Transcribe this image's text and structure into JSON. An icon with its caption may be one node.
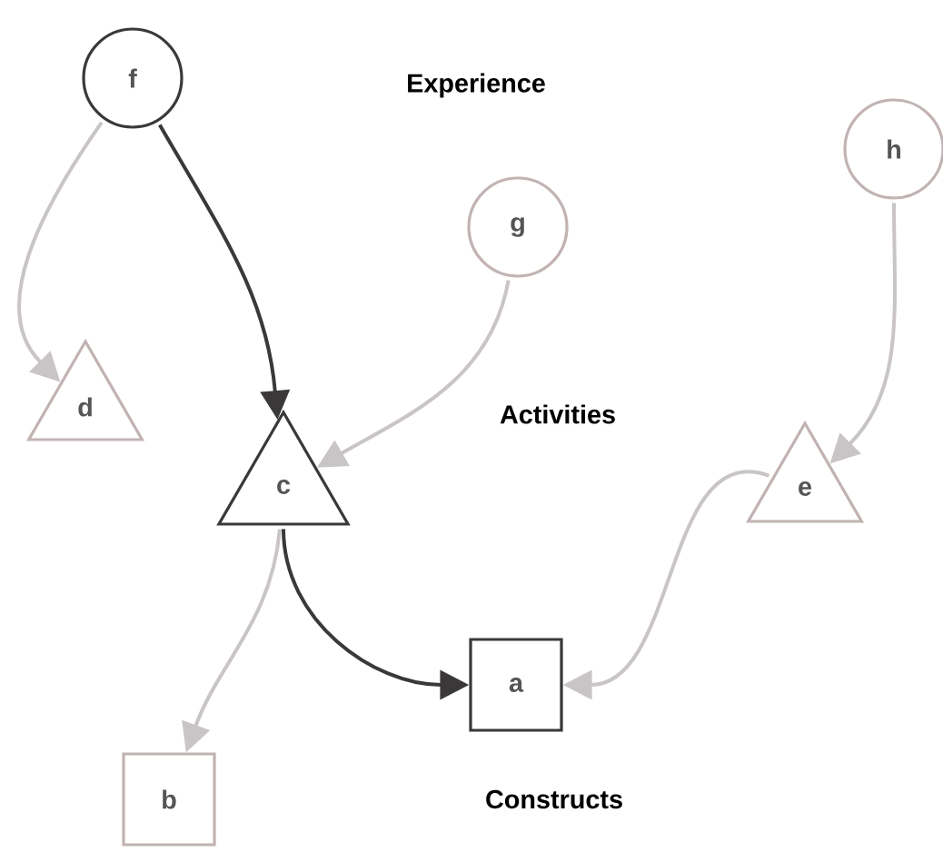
{
  "diagram": {
    "nodes": [
      {
        "text": [
          "f"
        ]
      },
      {
        "text": [
          "g"
        ]
      },
      {
        "text": [
          "h"
        ]
      },
      {
        "text": [
          "d"
        ]
      },
      {
        "text": [
          "c"
        ]
      },
      {
        "text": [
          "e"
        ]
      },
      {
        "text": [
          "a"
        ]
      },
      {
        "text": [
          "b"
        ]
      }
    ],
    "edges": [
      {
        "from": 0,
        "to": 3,
        "arrow": "to"
      },
      {
        "from": 0,
        "to": 4,
        "arrow": "to",
        "color": "#3a3839"
      },
      {
        "from": 1,
        "to": 4,
        "arrow": "to"
      },
      {
        "from": 2,
        "to": 5,
        "arrow": "to"
      },
      {
        "from": 4,
        "to": 7,
        "arrow": "to"
      },
      {
        "from": 4,
        "to": 6,
        "arrow": "to",
        "color": "#3a3839"
      },
      {
        "from": 5,
        "to": 6,
        "arrow": "to"
      }
    ],
    "labels": [
      "Experience",
      "Activities",
      "Constructs"
    ]
  }
}
